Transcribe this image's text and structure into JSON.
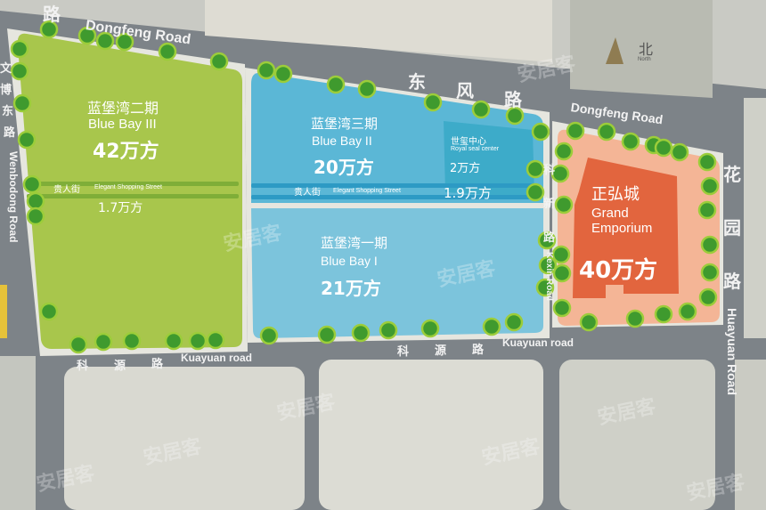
{
  "compass": {
    "cn": "北",
    "en": "North"
  },
  "roads": {
    "dongfeng_en_left": "Dongfeng Road",
    "dongfeng_en_right": "Dongfeng Road",
    "dongfeng_cn": [
      "东",
      "风",
      "路"
    ],
    "dongfeng_cn_top": "路",
    "wenbodong_cn": [
      "文",
      "博",
      "东",
      "路"
    ],
    "wenbodong_en": "Wenbodong Road",
    "kexin_cn": [
      "科",
      "新",
      "路"
    ],
    "kexin_en": "Kexin Road",
    "kuayuan_cn_left": [
      "科",
      "源",
      "路"
    ],
    "kuayuan_en_left": "Kuayuan road",
    "kuayuan_cn_right": [
      "科",
      "源",
      "路"
    ],
    "kuayuan_en_right": "Kuayuan road",
    "huayuan_cn": [
      "花",
      "园",
      "路"
    ],
    "huayuan_en": "Huayuan Road"
  },
  "blocks": {
    "bluebay3": {
      "cn": "蓝堡湾二期",
      "en": "Blue Bay III",
      "area": "42万方"
    },
    "bluebay2": {
      "cn": "蓝堡湾三期",
      "en": "Blue Bay II",
      "area": "20万方"
    },
    "bluebay1": {
      "cn": "蓝堡湾一期",
      "en": "Blue Bay I",
      "area": "21万方"
    },
    "royal": {
      "cn": "世玺中心",
      "en": "Royal seal center",
      "area": "2万方"
    },
    "grand": {
      "cn": "正弘城",
      "en1": "Grand",
      "en2": "Emporium",
      "area": "40万方"
    },
    "street_left": {
      "cn": "贵人街",
      "en": "Elegant Shopping Street",
      "area": "1.7万方"
    },
    "street_right": {
      "cn": "贵人街",
      "en": "Elegant Shopping Street",
      "area": "1.9万方"
    }
  },
  "watermark": "安居客",
  "colors": {
    "green": "#a8c64c",
    "blue_dark": "#5bb7d6",
    "blue_light": "#7cc4dc",
    "orange": "#e2653e",
    "orange_light": "#f4b596",
    "road": "#7d8388",
    "tree": "#3f9a2e"
  }
}
